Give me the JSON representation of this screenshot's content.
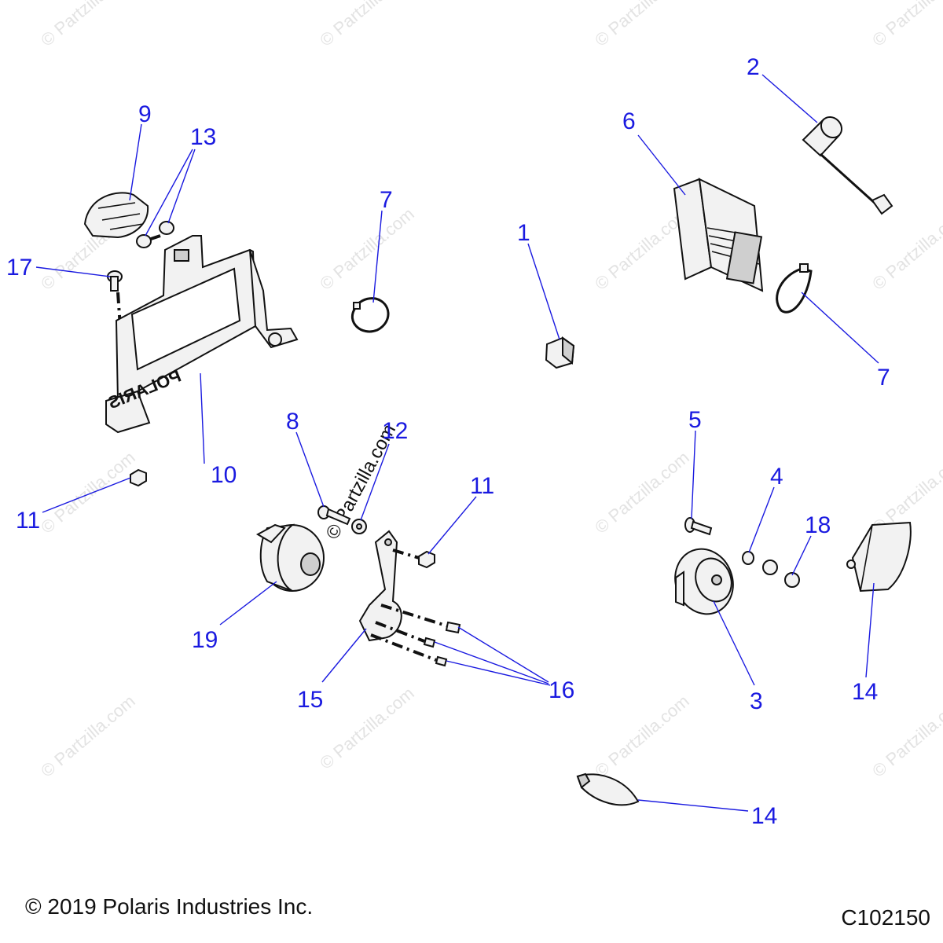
{
  "watermark": {
    "text": "© Partzilla.com",
    "main_text": "© Partzilla.com"
  },
  "footer": {
    "copyright": "© 2019 Polaris Industries Inc.",
    "figure_code": "C102150"
  },
  "bracket_lettering": "POLARIS",
  "callouts": [
    {
      "id": "c1",
      "label": "1"
    },
    {
      "id": "c2",
      "label": "2"
    },
    {
      "id": "c3",
      "label": "3"
    },
    {
      "id": "c4",
      "label": "4"
    },
    {
      "id": "c5",
      "label": "5"
    },
    {
      "id": "c6",
      "label": "6"
    },
    {
      "id": "c7a",
      "label": "7"
    },
    {
      "id": "c7b",
      "label": "7"
    },
    {
      "id": "c8",
      "label": "8"
    },
    {
      "id": "c9",
      "label": "9"
    },
    {
      "id": "c10",
      "label": "10"
    },
    {
      "id": "c11a",
      "label": "11"
    },
    {
      "id": "c11b",
      "label": "11"
    },
    {
      "id": "c12",
      "label": "12"
    },
    {
      "id": "c13",
      "label": "13"
    },
    {
      "id": "c14a",
      "label": "14"
    },
    {
      "id": "c14b",
      "label": "14"
    },
    {
      "id": "c15",
      "label": "15"
    },
    {
      "id": "c16",
      "label": "16"
    },
    {
      "id": "c17",
      "label": "17"
    },
    {
      "id": "c18",
      "label": "18"
    },
    {
      "id": "c19",
      "label": "19"
    }
  ],
  "colors": {
    "callout": "#1a1ae0",
    "part_outline": "#111111",
    "watermark": "#e3e3e3"
  }
}
